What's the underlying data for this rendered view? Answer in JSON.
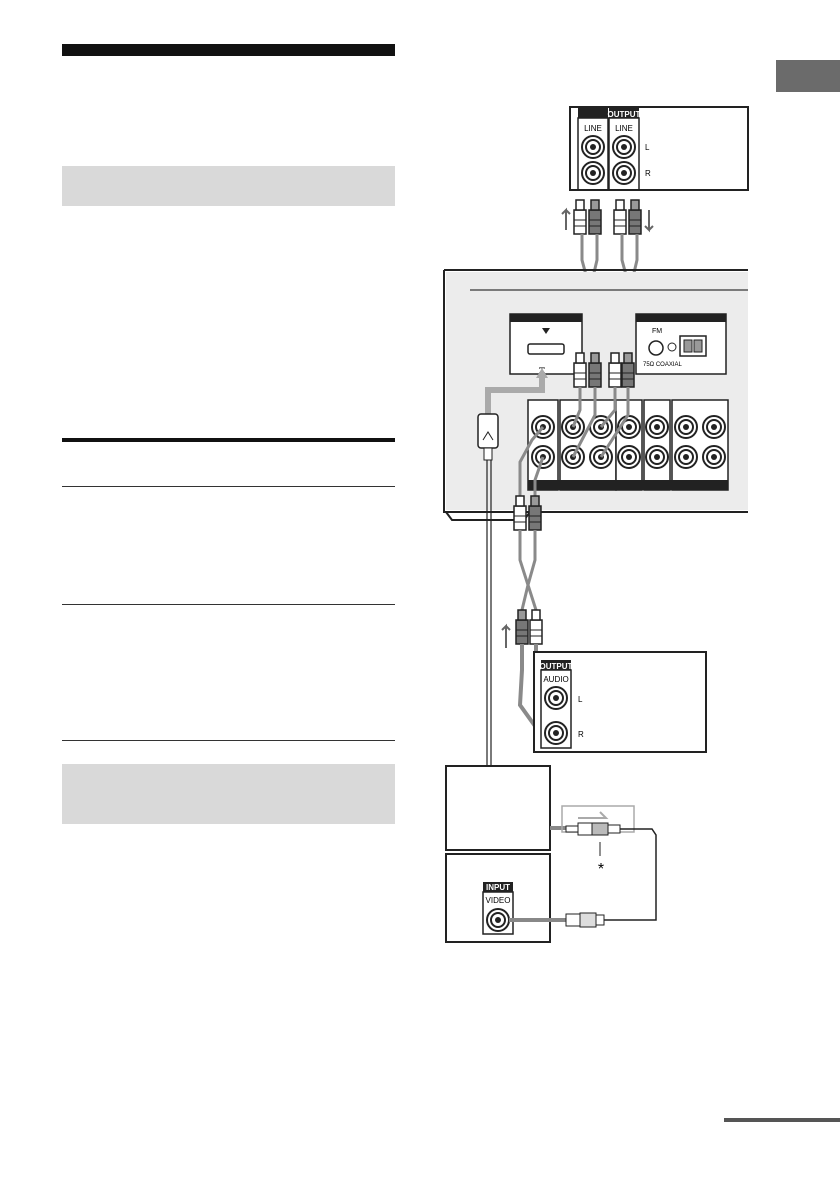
{
  "diagram": {
    "source_device": {
      "output_label": "OUTPUT",
      "line_label_left": "LINE",
      "line_label_right": "LINE",
      "ch_left": "L",
      "ch_right": "R"
    },
    "receiver": {
      "fm_label": "FM",
      "fm_sub": "75Ω COAXIAL",
      "dc_symbol": "⎓"
    },
    "audio_source": {
      "output_label": "OUTPUT",
      "audio_label": "AUDIO",
      "ch_left": "L",
      "ch_right": "R"
    },
    "tv": {
      "input_label": "INPUT",
      "video_label": "VIDEO"
    },
    "asterisk": "*"
  }
}
